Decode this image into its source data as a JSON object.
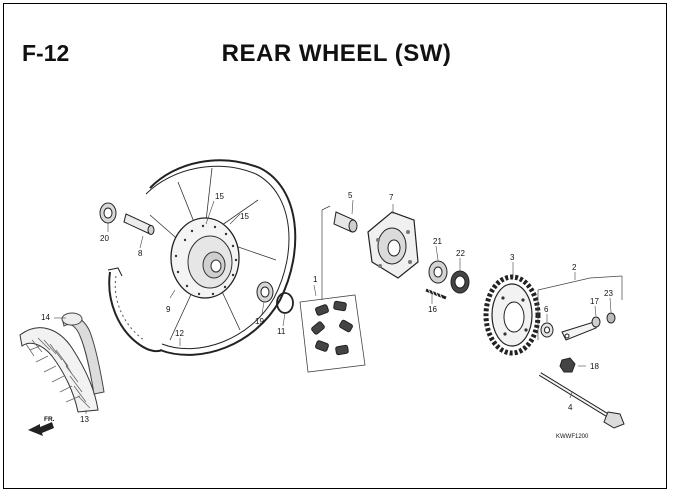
{
  "header": {
    "code": "F-12",
    "title": "REAR WHEEL (SW)"
  },
  "callouts": {
    "c1": "1",
    "c2": "2",
    "c3": "3",
    "c4": "4",
    "c5": "5",
    "c6": "6",
    "c7": "7",
    "c8": "8",
    "c9": "9",
    "c11": "11",
    "c12": "12",
    "c13": "13",
    "c14": "14",
    "c15a": "15",
    "c15b": "15",
    "c16": "16",
    "c17": "17",
    "c18": "18",
    "c19": "19",
    "c20": "20",
    "c21": "21",
    "c22": "22",
    "c23": "23"
  },
  "direction_label": "FR.",
  "drawing_code": "KWWF1200"
}
